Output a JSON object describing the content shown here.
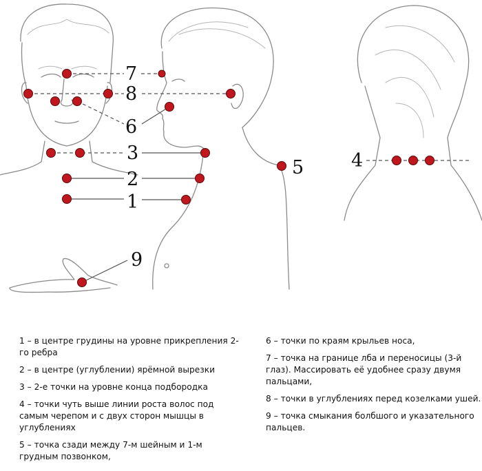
{
  "colors": {
    "point": "#c0161e",
    "line": "#555555",
    "sketch": "#8a8a8a"
  },
  "labels": {
    "n1": "1",
    "n2": "2",
    "n3": "3",
    "n4": "4",
    "n5": "5",
    "n6": "6",
    "n7": "7",
    "n8": "8",
    "n9": "9"
  },
  "legend": {
    "left": [
      "1 – в центре грудины на уровне прикрепления 2-го ребра",
      "2  – в центре (углублении) ярёмной вырезки",
      "3 – 2-е точки на уровне конца подбородка",
      "4  – точки чуть выше линии роста волос под самым черепом и с двух сторон мышцы в углублениях",
      "5  –  точка сзади между 7-м шейным и 1-м грудным позвонком,"
    ],
    "right": [
      "6 – точки по краям крыльев носа,",
      "7 –  точка  на границе лба и переносицы (3-й глаз). Массировать её удобнее  сразу двумя пальцами,",
      "8 – точки в углублениях перед козелками ушей.",
      "9 – точка смыкания болбшого и указательного пальцев."
    ]
  }
}
